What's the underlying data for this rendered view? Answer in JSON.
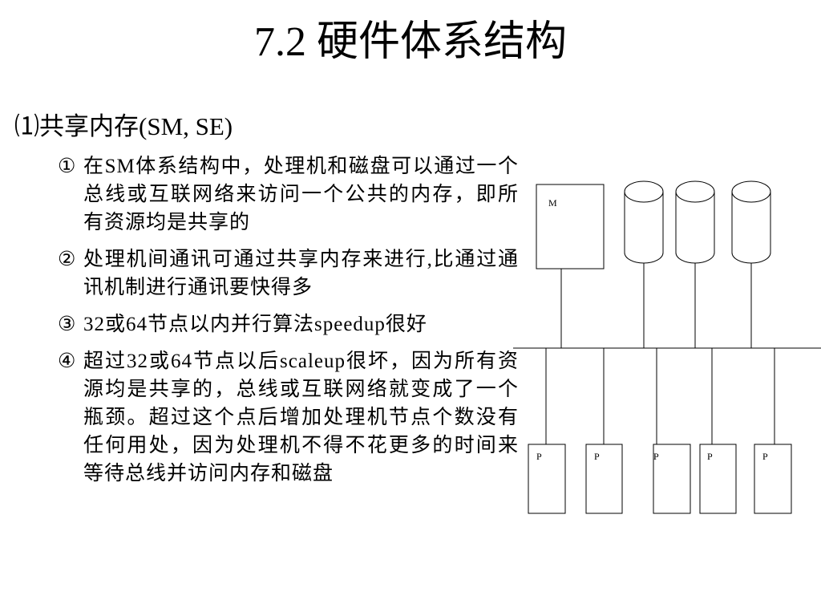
{
  "slide": {
    "title": "7.2 硬件体系结构",
    "heading": "⑴共享内存(SM, SE)",
    "points": [
      {
        "marker": "①",
        "text": "在SM体系结构中，处理机和磁盘可以通过一个总线或互联网络来访问一个公共的内存，即所有资源均是共享的"
      },
      {
        "marker": "②",
        "text": "处理机间通讯可通过共享内存来进行,比通过通讯机制进行通讯要快得多"
      },
      {
        "marker": "③",
        "text": "32或64节点以内并行算法speedup很好"
      },
      {
        "marker": "④",
        "text": "超过32或64节点以后scaleup很坏，因为所有资源均是共享的，总线或互联网络就变成了一个瓶颈。超过这个点后增加处理机节点个数没有任何用处，因为处理机不得不花更多的时间来等待总线并访问内存和磁盘"
      }
    ]
  },
  "diagram": {
    "memory_label": "M",
    "processor_labels": [
      "P",
      "P",
      "P",
      "P",
      "P"
    ],
    "disk_count": 3
  }
}
